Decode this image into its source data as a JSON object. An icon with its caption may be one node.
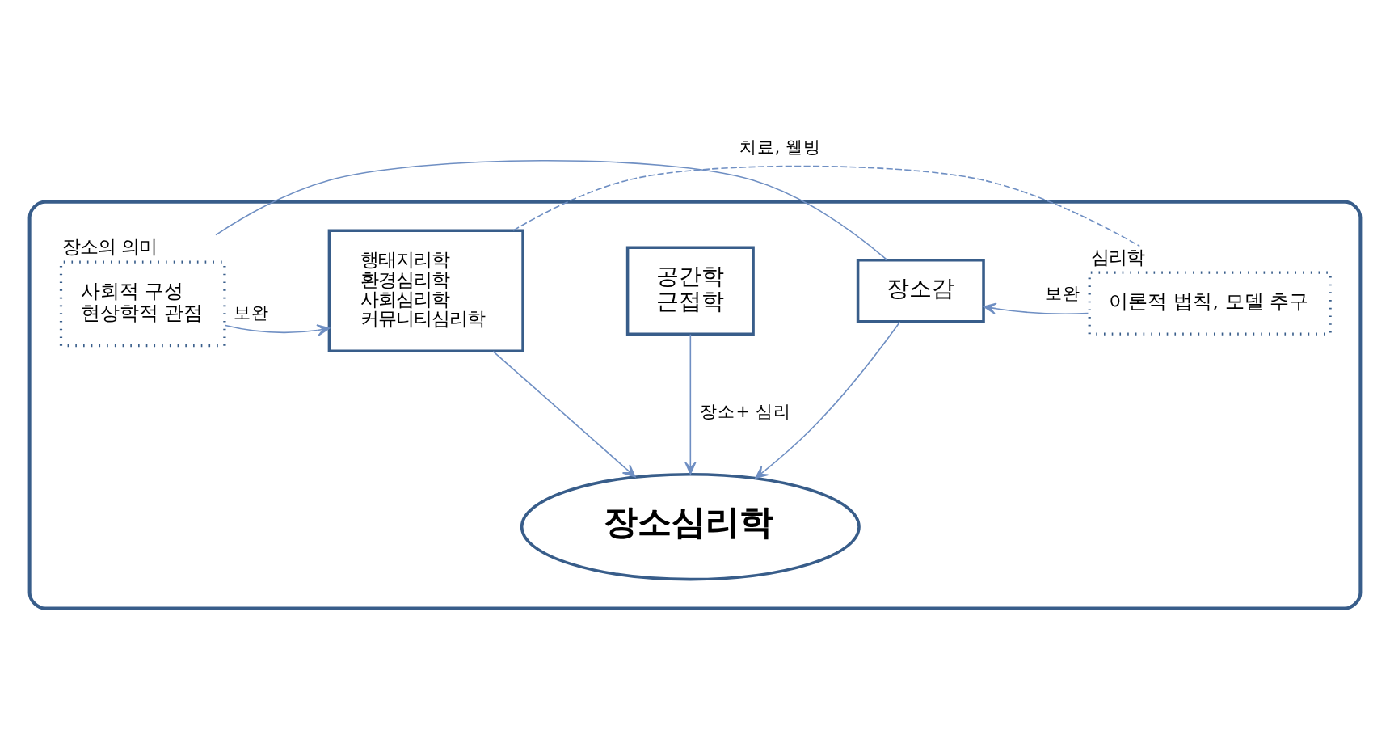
{
  "diagram": {
    "nodes": [
      {
        "text": [],
        "shape": "box"
      },
      {
        "text": [
          "장소의 의미",
          "사회적 구성",
          "현상학적 관점"
        ],
        "in": 0
      },
      {
        "text": [
          "행태지리학",
          "환경심리학",
          "사회심리학",
          "커뮤니티심리학"
        ],
        "in": 0
      },
      {
        "text": [
          "공간학",
          "근접학"
        ],
        "in": 0
      },
      {
        "text": [
          "장소감"
        ],
        "in": 0
      },
      {
        "text": [
          "심리학",
          "이론적 법칙, 모델 추구"
        ],
        "in": 0
      },
      {
        "text": [
          "장소심리학"
        ],
        "in": 0
      }
    ],
    "edges": [
      {
        "from": 1,
        "to": 2,
        "arrow": "to",
        "label": "보완"
      },
      {
        "from": 5,
        "to": 4,
        "arrow": "to",
        "label": "보완"
      },
      {
        "from": 1,
        "to": 4,
        "arrow": "none"
      },
      {
        "from": 2,
        "to": 5,
        "arrow": "none",
        "style": "dashed",
        "label": "치료, 웰빙"
      },
      {
        "from": 2,
        "to": 6,
        "arrow": "to"
      },
      {
        "from": 3,
        "to": 6,
        "arrow": "to",
        "label": "장소+ 심리"
      },
      {
        "from": 4,
        "to": 6,
        "arrow": "to"
      }
    ]
  }
}
